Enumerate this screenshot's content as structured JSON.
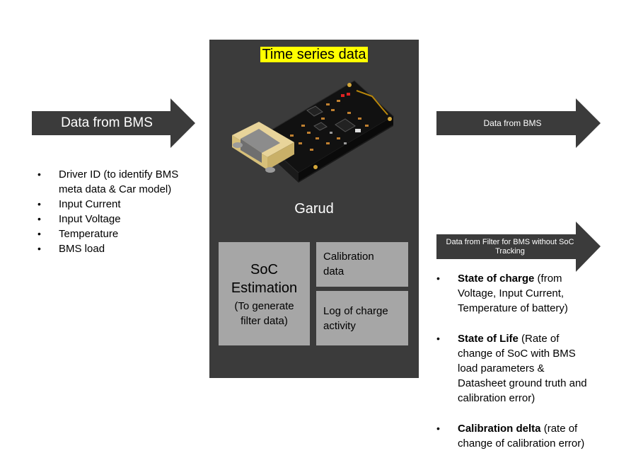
{
  "left_arrow": {
    "label": "Data from BMS"
  },
  "left_list": [
    "Driver ID (to identify BMS meta data & Car model)",
    "Input Current",
    "Input Voltage",
    "Temperature",
    "BMS load"
  ],
  "center": {
    "title": "Time series data",
    "device_name": "Garud",
    "soc_box": {
      "line1": "SoC",
      "line2": "Estimation",
      "sub": "(To generate filter data)"
    },
    "calibration_box": {
      "label": "Calibration data"
    },
    "log_box": {
      "label": "Log of charge activity"
    },
    "background_color": "#3b3b3b",
    "title_highlight_color": "#ffff00"
  },
  "right_arrow_top": {
    "label": "Data from BMS"
  },
  "right_arrow_bottom": {
    "label": "Data from Filter for BMS without SoC Tracking"
  },
  "right_list": [
    {
      "bold": "State of charge",
      "rest": " (from Voltage, Input Current, Temperature of battery)"
    },
    {
      "bold": "State of Life",
      "rest": " (Rate of change of SoC with BMS load parameters & Datasheet ground truth and calibration error)"
    },
    {
      "bold": "Calibration delta",
      "rest": " (rate of change of calibration error)"
    }
  ]
}
